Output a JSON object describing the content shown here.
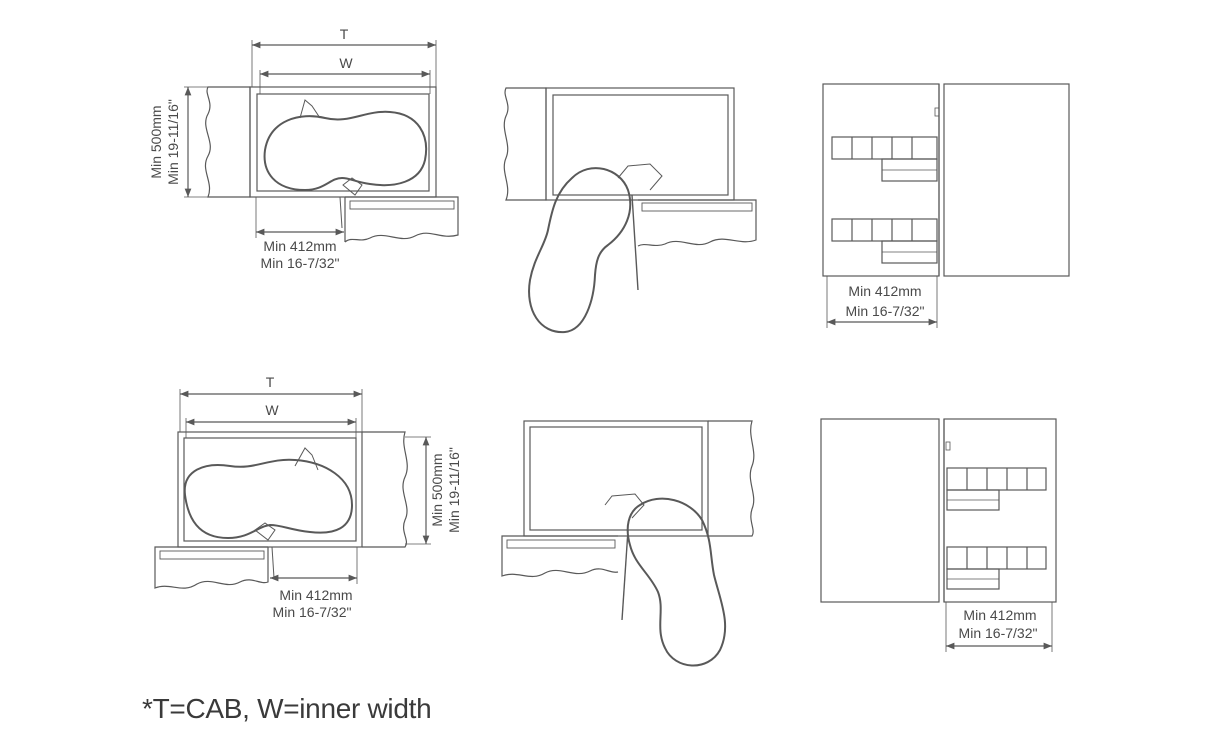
{
  "diagram": {
    "line_color": "#595959",
    "basket_color": "#595959",
    "top_row": {
      "plan_left": {
        "dim_t": "T",
        "dim_w": "W",
        "depth_mm": "Min 500mm",
        "depth_in": "Min 19-11/16\"",
        "opening_mm": "Min 412mm",
        "opening_in": "Min 16-7/32\""
      },
      "plan_open": {},
      "elevation": {
        "opening_mm": "Min 412mm",
        "opening_in": "Min 16-7/32\""
      }
    },
    "bottom_row": {
      "plan_right": {
        "dim_t": "T",
        "dim_w": "W",
        "depth_mm": "Min 500mm",
        "depth_in": "Min 19-11/16\"",
        "opening_mm": "Min 412mm",
        "opening_in": "Min 16-7/32\""
      },
      "plan_open": {},
      "elevation": {
        "opening_mm": "Min 412mm",
        "opening_in": "Min 16-7/32\""
      }
    }
  },
  "footnote": "*T=CAB, W=inner width"
}
